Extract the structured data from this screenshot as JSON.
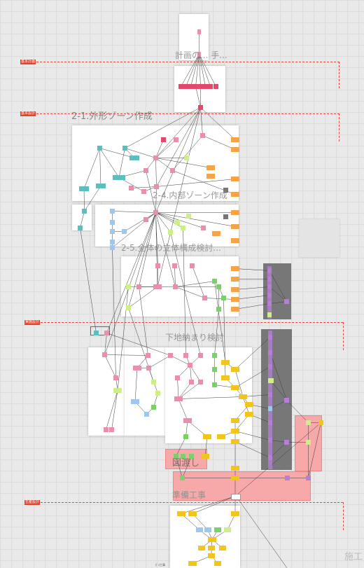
{
  "phase_tags": {
    "basic_plan": "基本計画",
    "basic_design": "基本設計",
    "detail_design": "実施設計",
    "production_design": "生産設計"
  },
  "headings": {
    "plan": "計画の... 手...",
    "outer_zone": "2-1.外形ゾーン作成",
    "inner_zone": "2-4.内部ゾーン作成",
    "volume": "2-5.全体の立体構成検討...",
    "base": "下地納まり検討",
    "drawing": "図渡し",
    "preparation": "準備工事",
    "construction": "施工"
  },
  "footer_label": "ｶﾞｽ工事",
  "colors": {
    "pink": "#e88fab",
    "red": "#e2496a",
    "teal": "#5cbfbd",
    "orange": "#f7a34a",
    "yellow": "#f2c51e",
    "green": "#7ccf6a",
    "lime": "#cdee8a",
    "blue": "#9cc7ee",
    "purple": "#b57fd6",
    "gray": "#777777",
    "phase_line": "#e0463a"
  }
}
